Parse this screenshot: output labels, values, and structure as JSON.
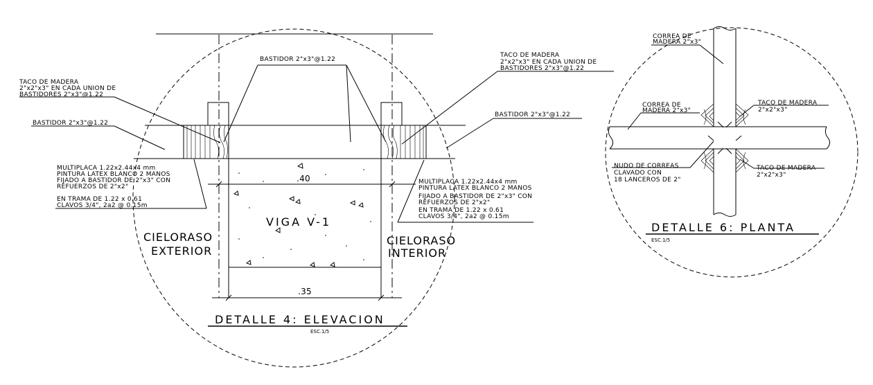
{
  "detalle4": {
    "callout_taco_left": [
      "TACO DE MADERA",
      "2\"x2\"x3\" EN CADA UNION DE",
      "BASTIDORES 2\"x3\"@1.22"
    ],
    "callout_bastidor_left": "BASTIDOR 2\"x3\"@1.22",
    "callout_bastidor_top": "BASTIDOR 2\"x3\"@1.22",
    "callout_taco_right": [
      "TACO DE MADERA",
      "2\"x2\"x3\" EN CADA UNION DE",
      "BASTIDORES 2\"x3\"@1.22"
    ],
    "callout_bastidor_right": "BASTIDOR 2\"x3\"@1.22",
    "multiplaca_left": [
      "MULTIPLACA 1.22x2.44x4 mm",
      "PINTURA LATEX BLANCO 2 MANOS",
      "FIJADO A BASTIDOR DE 2\"x3\" CON",
      "REFUERZOS DE 2\"x2\"",
      "EN TRAMA DE 1.22 x 0.61",
      "CLAVOS 3/4\", 2a2 @ 0.15m"
    ],
    "multiplaca_right": [
      "MULTIPLACA 1.22x2.44x4 mm",
      "PINTURA LATEX BLANCO 2 MANOS",
      "FIJADO A BASTIDOR DE 2\"x3\" CON",
      "REFUERZOS DE 2\"x2\"",
      "EN TRAMA DE 1.22 x 0.61",
      "CLAVOS 3/4\", 2a2 @ 0.15m"
    ],
    "dim_top": ".40",
    "dim_bottom": ".35",
    "beam_label": "VIGA V-1",
    "exterior_label": [
      "CIELORASO",
      "EXTERIOR"
    ],
    "interior_label": [
      "CIELORASO",
      "INTERIOR"
    ],
    "title": "DETALLE 4: ELEVACION",
    "scale": "ESC.1/5"
  },
  "detalle6": {
    "callout_correa_top": [
      "CORREA DE",
      "MADERA 2\"x3\""
    ],
    "callout_correa_left": [
      "CORREA DE",
      "MADERA 2\"x3\""
    ],
    "callout_taco_top": [
      "TACO DE MADERA",
      "2\"x2\"x3\""
    ],
    "callout_nudo": [
      "NUDO DE CORREAS",
      "CLAVADO CON",
      "18 LANCEROS DE 2\""
    ],
    "callout_taco_bottom": [
      "TACO DE MADERA",
      "2\"x2\"x3\""
    ],
    "title": "DETALLE 6: PLANTA",
    "scale": "ESC.1/5"
  }
}
